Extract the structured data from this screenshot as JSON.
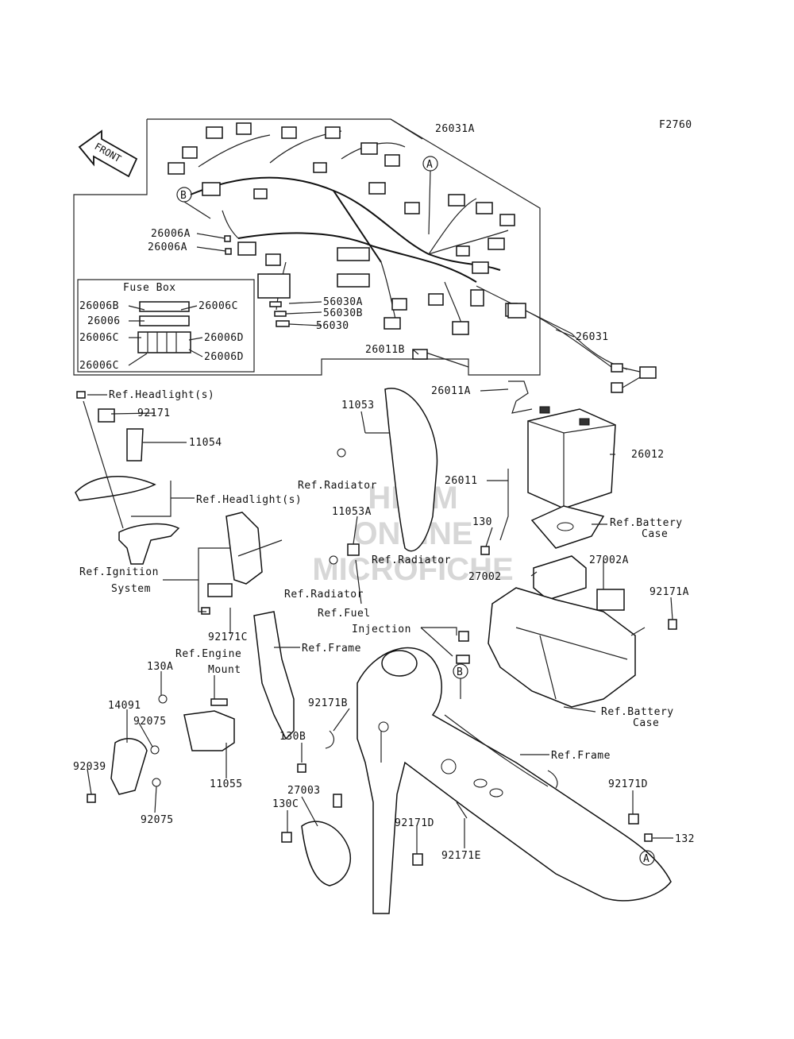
{
  "figure_code": "F2760",
  "watermark": [
    "HLSM",
    "ONLINE",
    "MICROFICHE"
  ],
  "front_arrow": "FRONT",
  "fuse_box_title": "Fuse Box",
  "callouts": {
    "A": "A",
    "B": "B"
  },
  "labels": {
    "l26031A": "26031A",
    "l26006A_1": "26006A",
    "l26006A_2": "26006A",
    "l26006B": "26006B",
    "l26006C_r": "26006C",
    "l26006": "26006",
    "l26006C_l": "26006C",
    "l26006D_1": "26006D",
    "l26006D_2": "26006D",
    "l26006C_b": "26006C",
    "l56030A": "56030A",
    "l56030B": "56030B",
    "l56030": "56030",
    "l26011B": "26011B",
    "l26031": "26031",
    "l26011A": "26011A",
    "l26012": "26012",
    "l26011": "26011",
    "l11053": "11053",
    "l11053A": "11053A",
    "l130": "130",
    "l27002": "27002",
    "l27002A": "27002A",
    "l92171A": "92171A",
    "l92171": "92171",
    "l11054": "11054",
    "l92171C": "92171C",
    "l130A": "130A",
    "l14091": "14091",
    "l92075_1": "92075",
    "l92039": "92039",
    "l92075_2": "92075",
    "l11055": "11055",
    "l92171B": "92171B",
    "l130B": "130B",
    "l27003": "27003",
    "l130C": "130C",
    "l92171D_1": "92171D",
    "l92171E": "92171E",
    "l92171D_2": "92171D",
    "l132": "132"
  },
  "refs": {
    "headlight1": "Ref.Headlight(s)",
    "headlight2": "Ref.Headlight(s)",
    "radiator1": "Ref.Radiator",
    "radiator2": "Ref.Radiator",
    "radiator3": "Ref.Radiator",
    "battery_case1_a": "Ref.Battery",
    "battery_case1_b": "Case",
    "ignition_a": "Ref.Ignition",
    "ignition_b": "System",
    "fuel_a": "Ref.Fuel",
    "fuel_b": "Injection",
    "engine_a": "Ref.Engine",
    "engine_b": "Mount",
    "frame1": "Ref.Frame",
    "battery_case2_a": "Ref.Battery",
    "battery_case2_b": "Case",
    "frame2": "Ref.Frame"
  }
}
